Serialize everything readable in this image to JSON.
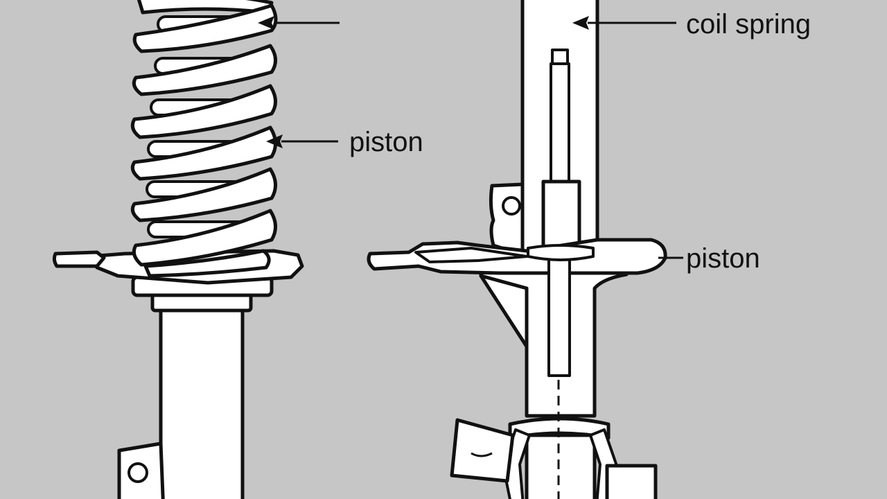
{
  "labels": {
    "left_spring_pointer": "",
    "left_piston": "piston",
    "right_coil_spring": "coil spring",
    "right_piston": "piston"
  }
}
